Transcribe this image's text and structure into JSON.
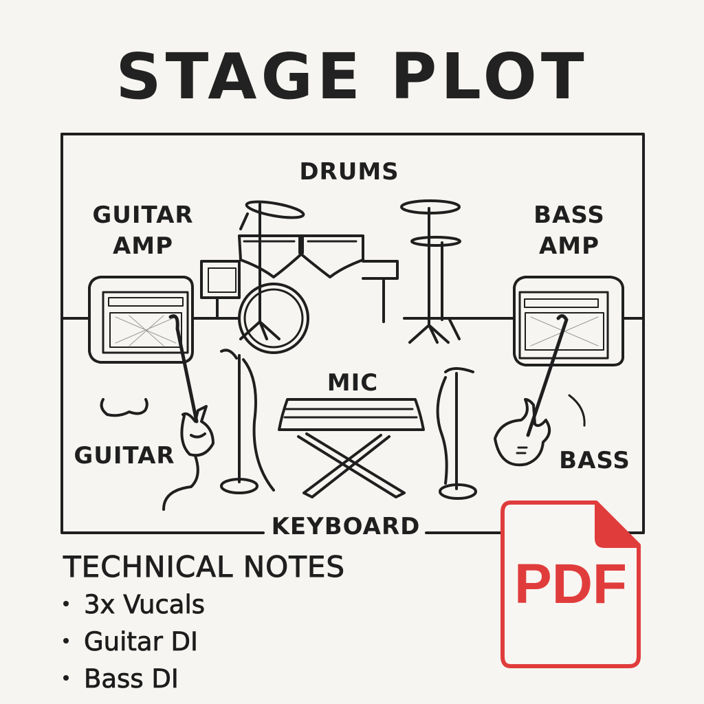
{
  "title": "STAGE PLOT",
  "stage": {
    "labels": {
      "drums": "DRUMS",
      "guitar_amp_line1": "GUITAR",
      "guitar_amp_line2": "AMP",
      "bass_amp_line1": "BASS",
      "bass_amp_line2": "AMP",
      "mic": "MIC",
      "guitar": "GUITAR",
      "bass": "BASS",
      "keyboard": "KEYBOARD"
    },
    "icons": [
      "drum-kit-icon",
      "guitar-amp-icon",
      "bass-amp-icon",
      "guitar-icon",
      "bass-guitar-icon",
      "mic-stand-icon",
      "keyboard-stand-icon"
    ]
  },
  "technical_notes": {
    "title": "TECHNICAL NOTES",
    "items": [
      "3x Vucals",
      "Guitar DI",
      "Bass DI"
    ]
  },
  "pdf_badge": {
    "label": "PDF",
    "color": "#e03c3c"
  }
}
